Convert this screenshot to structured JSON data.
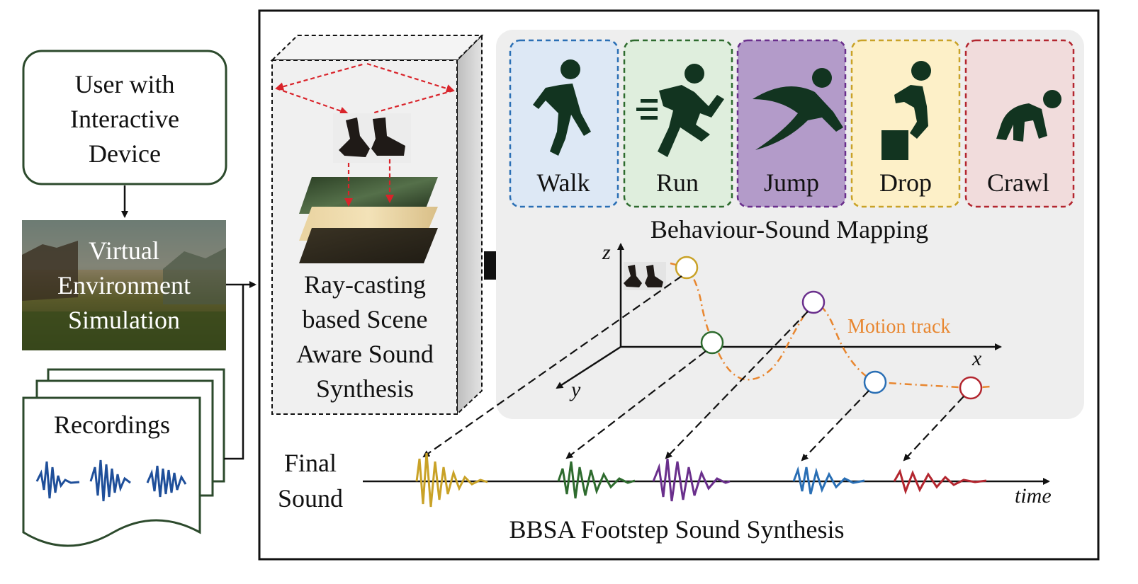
{
  "user_box": {
    "line1": "User with",
    "line2": "Interactive",
    "line3": "Device"
  },
  "virtual_env": {
    "line1": "Virtual",
    "line2": "Environment",
    "line3": "Simulation"
  },
  "recordings": {
    "label": "Recordings"
  },
  "raycast": {
    "line1": "Ray-casting",
    "line2": "based Scene",
    "line3": "Aware Sound",
    "line4": "Synthesis"
  },
  "behaviours": [
    {
      "label": "Walk",
      "color": "#2a6fb5",
      "bg": "#dde8f5"
    },
    {
      "label": "Run",
      "color": "#2e6b2e",
      "bg": "#dfeedd"
    },
    {
      "label": "Jump",
      "color": "#6a2f8c",
      "bg": "#b39bc9"
    },
    {
      "label": "Drop",
      "color": "#c9a227",
      "bg": "#fdf0c8"
    },
    {
      "label": "Crawl",
      "color": "#b3262f",
      "bg": "#f1dcdc"
    }
  ],
  "mapping_title": "Behaviour-Sound Mapping",
  "axes": {
    "z": "z",
    "x": "x",
    "y": "y"
  },
  "motion_track_label": "Motion track",
  "final_sound": {
    "line1": "Final",
    "line2": "Sound"
  },
  "time_label": "time",
  "bottom_title": "BBSA Footstep Sound Synthesis",
  "colors": {
    "dark_green": "#2c4a2c",
    "arrow_red": "#d9232a",
    "orange": "#e8862f",
    "icon": "#123420"
  }
}
